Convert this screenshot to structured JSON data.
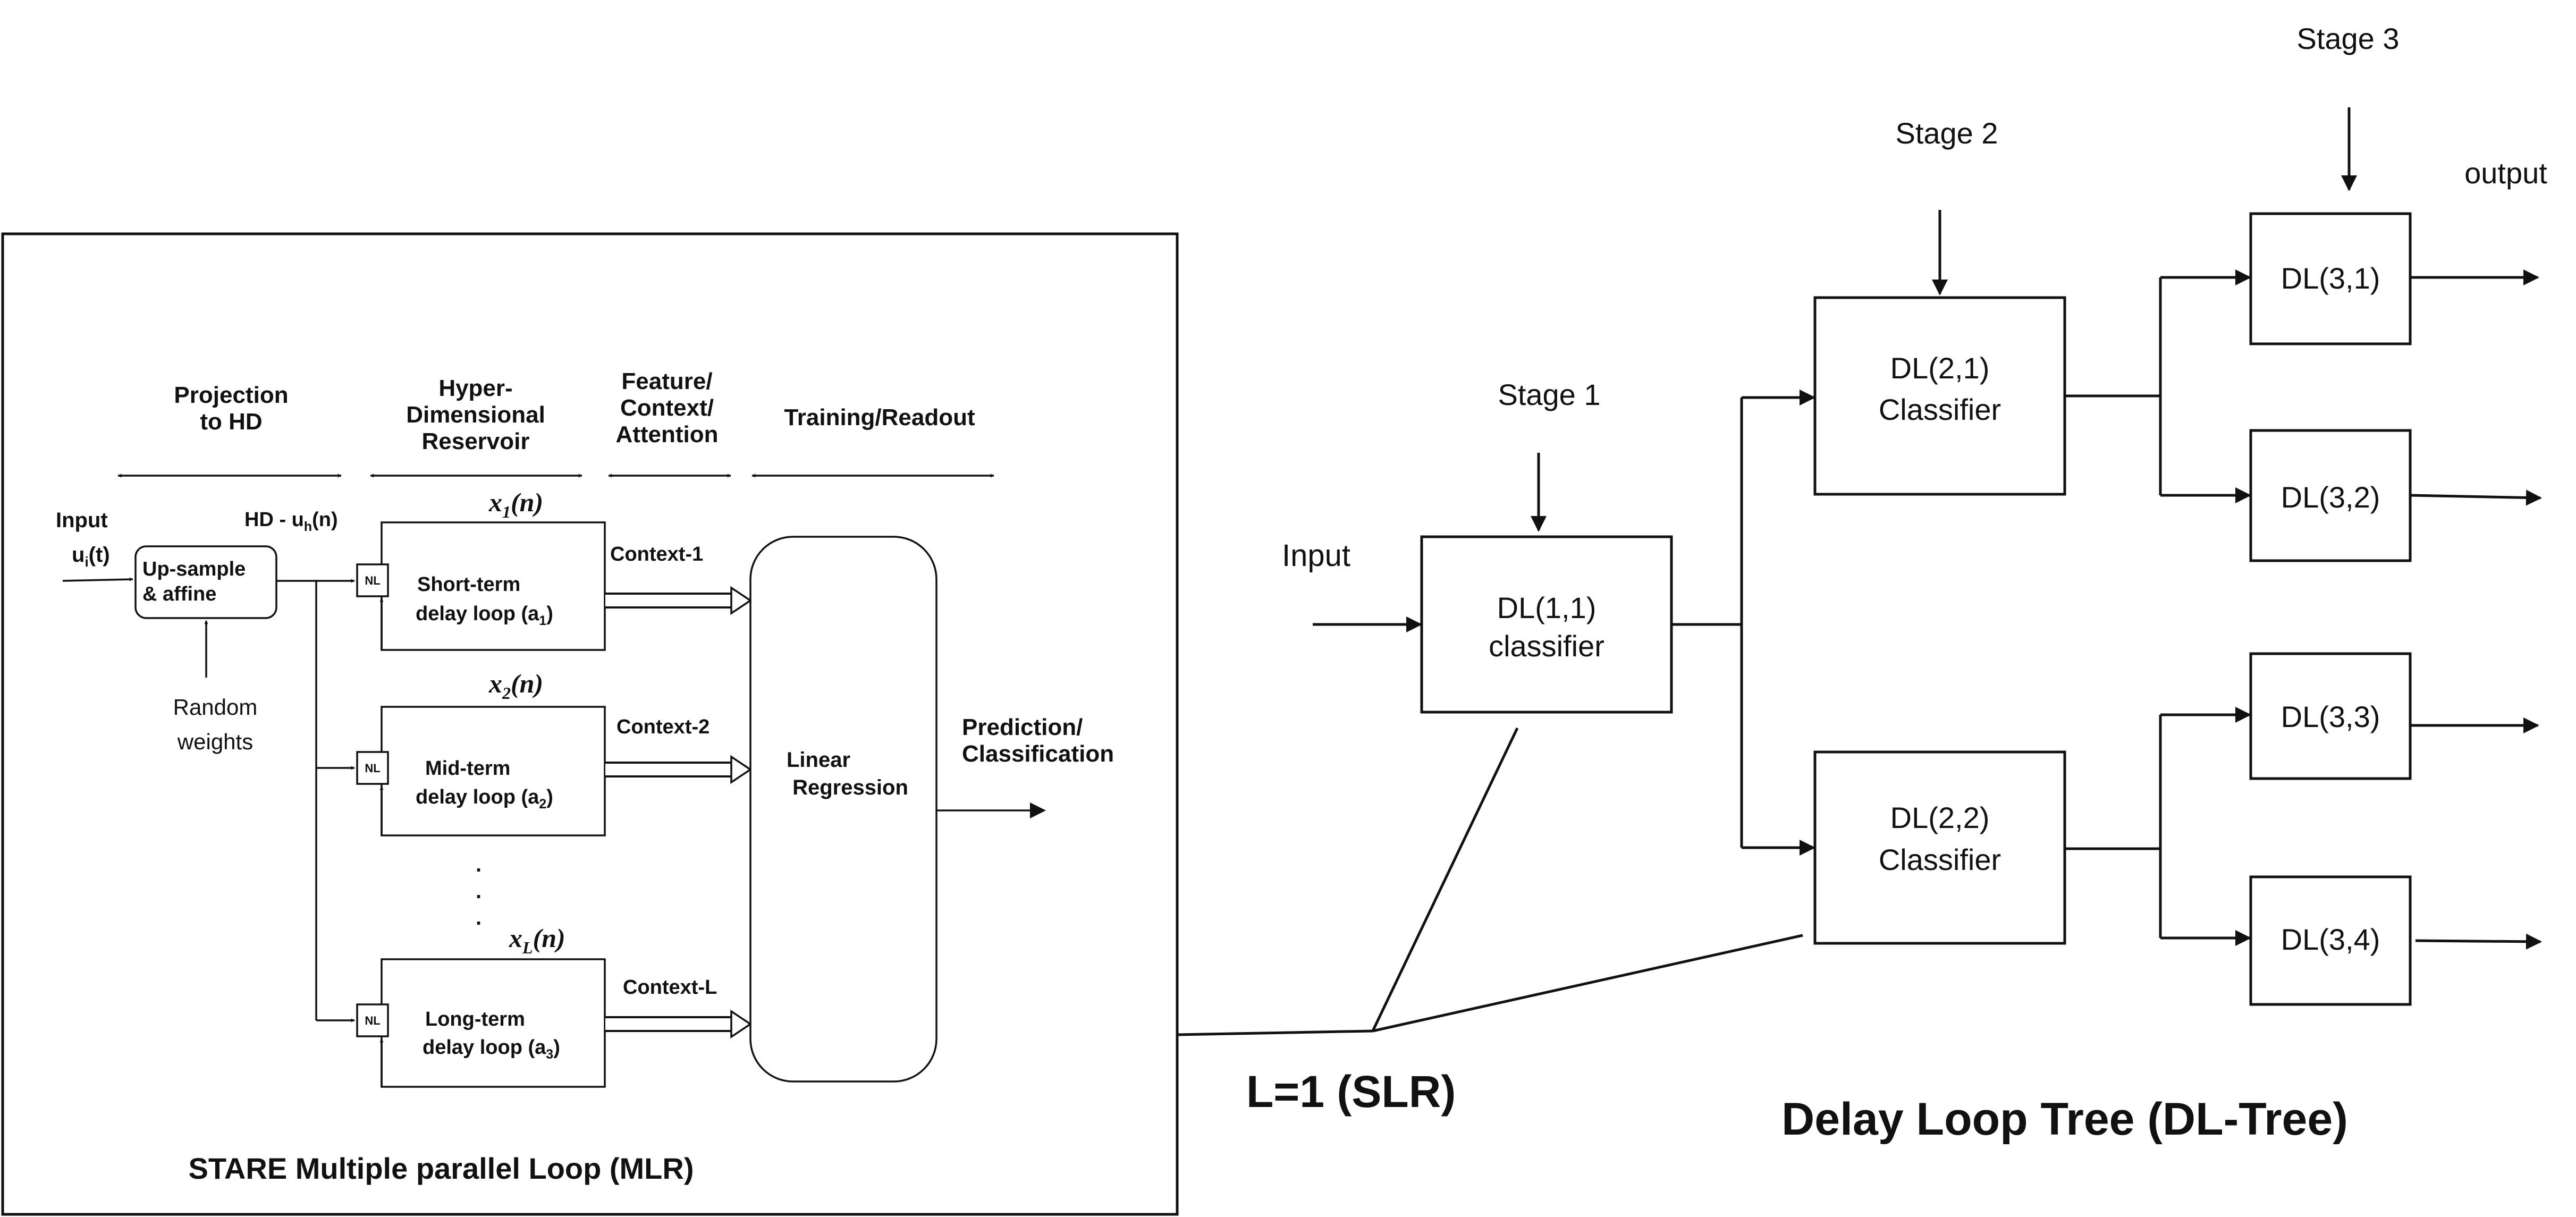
{
  "mlr": {
    "title": "STARE Multiple parallel Loop (MLR)",
    "headers": {
      "projection_l1": "Projection",
      "projection_l2": "to HD",
      "reservoir_l1": "Hyper-",
      "reservoir_l2": "Dimensional",
      "reservoir_l3": "Reservoir",
      "feature_l1": "Feature/",
      "feature_l2": "Context/",
      "feature_l3": "Attention",
      "training": "Training/Readout"
    },
    "input_label": "Input",
    "input_signal": "u",
    "input_signal_sub": "i",
    "input_signal_suffix": "(t)",
    "hd_label_prefix": "HD - u",
    "hd_label_sub": "h",
    "hd_label_suffix": "(n)",
    "upsample_l1": "Up-sample",
    "upsample_l2": "& affine",
    "random_l1": "Random",
    "random_l2": "weights",
    "nl": "NL",
    "loops": [
      {
        "state_var": "x",
        "state_sub": "1",
        "state_arg": "(n)",
        "name_l1": "Short-term",
        "name_l2": "delay loop (a",
        "name_sub": "1",
        "name_close": ")",
        "context": "Context-1"
      },
      {
        "state_var": "x",
        "state_sub": "2",
        "state_arg": "(n)",
        "name_l1": "Mid-term",
        "name_l2": "delay loop (a",
        "name_sub": "2",
        "name_close": ")",
        "context": "Context-2"
      },
      {
        "state_var": "x",
        "state_sub": "L",
        "state_arg": "(n)",
        "name_l1": "Long-term",
        "name_l2": "delay loop (a",
        "name_sub": "3",
        "name_close": ")",
        "context": "Context-L"
      }
    ],
    "dots": ".",
    "regression_l1": "Linear",
    "regression_l2": "Regression",
    "prediction_l1": "Prediction/",
    "prediction_l2": "Classification"
  },
  "slr_label": "L=1 (SLR)",
  "tree": {
    "title": "Delay Loop Tree (DL-Tree)",
    "input_label": "Input",
    "output_label": "output",
    "stages": [
      "Stage 1",
      "Stage 2",
      "Stage 3"
    ],
    "root": {
      "line1": "DL(1,1)",
      "line2": "classifier"
    },
    "mid": [
      {
        "line1": "DL(2,1)",
        "line2": "Classifier"
      },
      {
        "line1": "DL(2,2)",
        "line2": "Classifier"
      }
    ],
    "leaves": [
      "DL(3,1)",
      "DL(3,2)",
      "DL(3,3)",
      "DL(3,4)"
    ]
  }
}
